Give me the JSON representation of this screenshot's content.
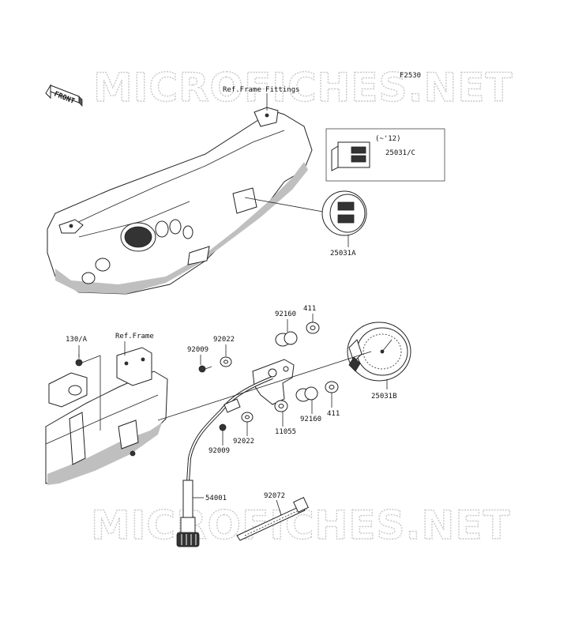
{
  "figure_code": "F2530",
  "watermark": "MICROFICHES.NET",
  "front_label": "FRONT",
  "labels": {
    "ref_frame_fittings": "Ref.Frame Fittings",
    "ref_frame": "Ref.Frame",
    "year_note": "(~'12)",
    "p25031c": "25031/C",
    "p25031a": "25031A",
    "p25031b": "25031B",
    "p130a": "130/A",
    "p92009_top": "92009",
    "p92022_top": "92022",
    "p92160_top": "92160",
    "p411_top": "411",
    "p411_bottom": "411",
    "p92160_bottom": "92160",
    "p11055": "11055",
    "p92022_bottom": "92022",
    "p92009_bottom": "92009",
    "p54001": "54001",
    "p92072": "92072"
  }
}
